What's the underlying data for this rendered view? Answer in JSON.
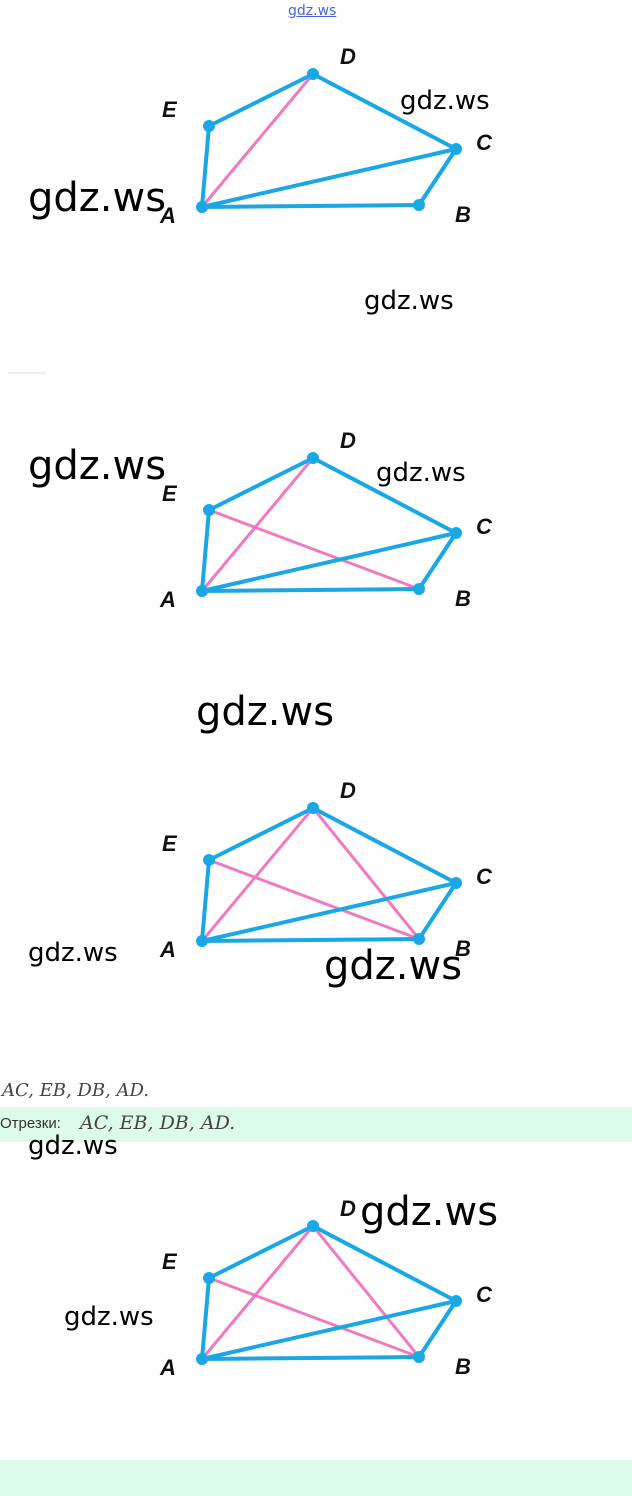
{
  "header_watermark": "gdz.ws",
  "watermarks": [
    "gdz.ws",
    "gdz.ws",
    "gdz.ws",
    "gdz.ws",
    "gdz.ws",
    "gdz.ws",
    "gdz.ws",
    "gdz.ws",
    "gdz.ws",
    "gdz.ws",
    "gdz.ws"
  ],
  "figures": [
    {
      "pink": [
        "AD"
      ]
    },
    {
      "pink": [
        "AD",
        "EB"
      ]
    },
    {
      "pink": [
        "AD",
        "EB",
        "DB"
      ]
    },
    {
      "pink": [
        "AD",
        "EB",
        "DB"
      ]
    }
  ],
  "point_labels": {
    "A": "A",
    "B": "B",
    "C": "C",
    "D": "D",
    "E": "E"
  },
  "colors": {
    "blue": "#1aa7e6",
    "pink": "#f07ac0",
    "band": "#dcfbe8"
  },
  "answer_plain": "AC, EB, DB, AD.",
  "answer_prefix": "Отрезки:",
  "answer_math": "AC, EB, DB, AD."
}
